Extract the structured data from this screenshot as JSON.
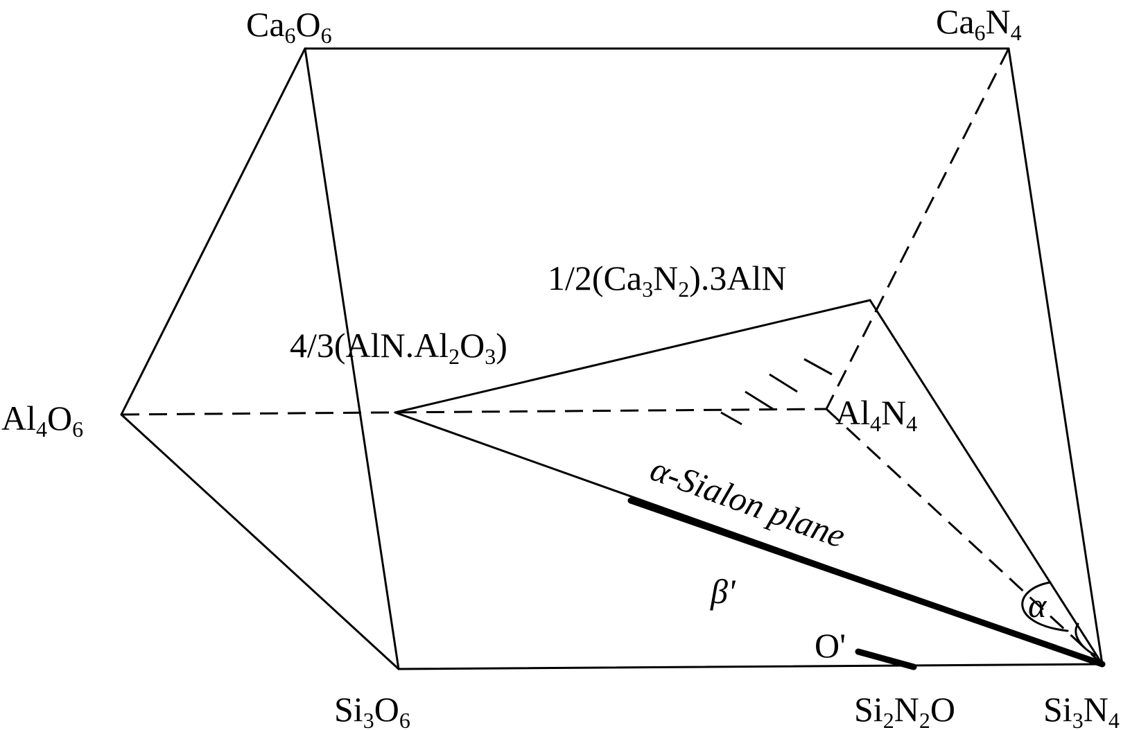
{
  "labels": {
    "ca6o6": {
      "main1": "Ca",
      "sub1": "6",
      "main2": "O",
      "sub2": "6"
    },
    "ca6n4": {
      "main1": "Ca",
      "sub1": "6",
      "main2": "N",
      "sub2": "4"
    },
    "al4o6": {
      "main1": "Al",
      "sub1": "4",
      "main2": "O",
      "sub2": "6"
    },
    "al4n4": {
      "main1": "Al",
      "sub1": "4",
      "main2": "N",
      "sub2": "4"
    },
    "si3o6": {
      "main1": "Si",
      "sub1": "3",
      "main2": "O",
      "sub2": "6"
    },
    "si3n4": {
      "main1": "Si",
      "sub1": "3",
      "main2": "N",
      "sub2": "4"
    },
    "si2n2o": {
      "main1": "Si",
      "sub1": "2",
      "main2": "N",
      "sub2": "2",
      "main3": "O"
    },
    "ca_nitride_aln": {
      "t1": "1/2(Ca",
      "s1": "3",
      "t2": "N",
      "s2": "2",
      "t3": ").3AlN"
    },
    "aln_alumina": {
      "t1": "4/3(AlN.Al",
      "s1": "2",
      "t2": "O",
      "s2": "3",
      "t3": ")"
    },
    "alpha_sialon_plane": "α-Sialon plane",
    "beta_prime": "β'",
    "alpha": "α",
    "o_prime": "O'"
  }
}
